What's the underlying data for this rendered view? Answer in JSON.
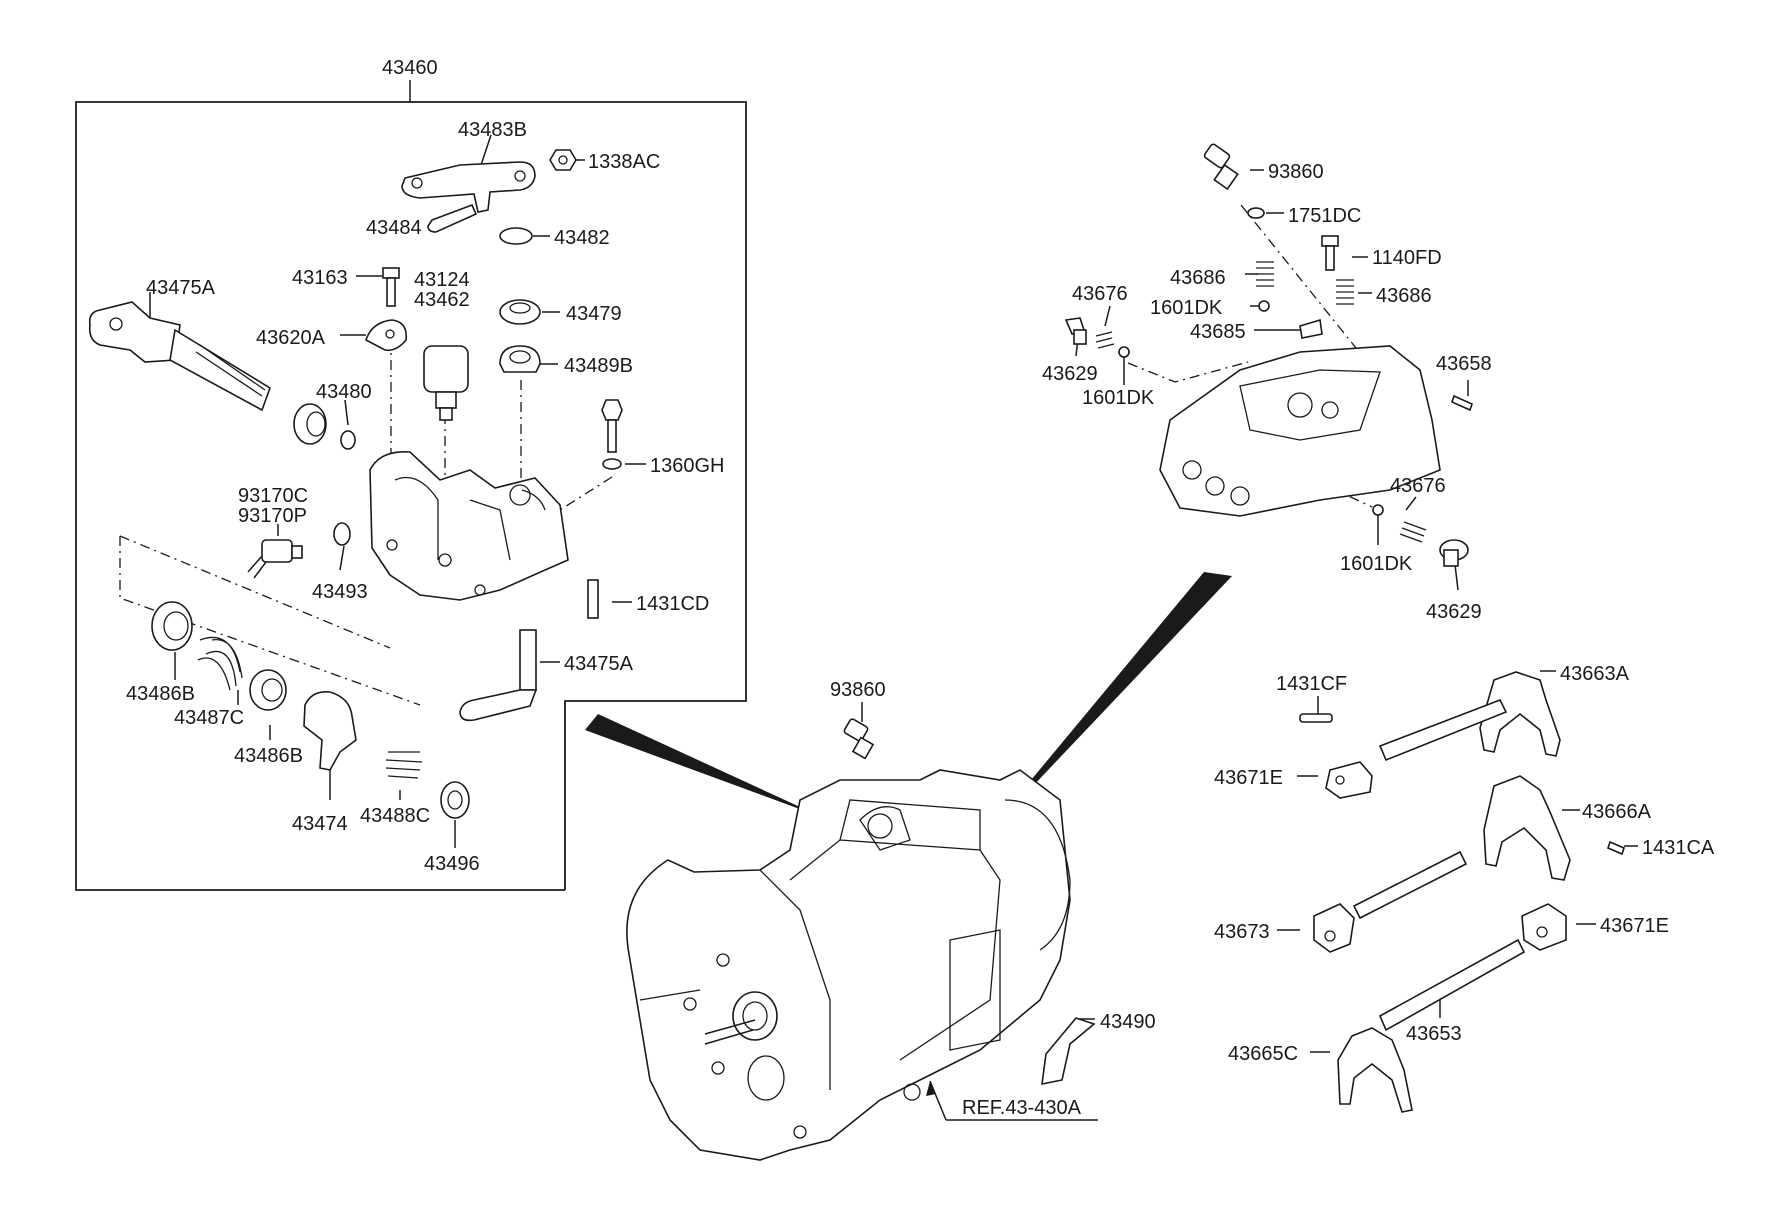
{
  "callouts": [
    {
      "id": "c43460",
      "text": "43460"
    },
    {
      "id": "c43483B",
      "text": "43483B"
    },
    {
      "id": "c1338AC",
      "text": "1338AC"
    },
    {
      "id": "c43484",
      "text": "43484"
    },
    {
      "id": "c43482",
      "text": "43482"
    },
    {
      "id": "c43475A_top",
      "text": "43475A"
    },
    {
      "id": "c43163",
      "text": "43163"
    },
    {
      "id": "c43124",
      "text": "43124"
    },
    {
      "id": "c43462",
      "text": "43462"
    },
    {
      "id": "c43479",
      "text": "43479"
    },
    {
      "id": "c43620A",
      "text": "43620A"
    },
    {
      "id": "c43489B",
      "text": "43489B"
    },
    {
      "id": "c43480",
      "text": "43480"
    },
    {
      "id": "c1360GH",
      "text": "1360GH"
    },
    {
      "id": "c93170C",
      "text": "93170C"
    },
    {
      "id": "c93170P",
      "text": "93170P"
    },
    {
      "id": "c43493",
      "text": "43493"
    },
    {
      "id": "c1431CD",
      "text": "1431CD"
    },
    {
      "id": "c43475A_bottom",
      "text": "43475A"
    },
    {
      "id": "c43486B_left",
      "text": "43486B"
    },
    {
      "id": "c43487C",
      "text": "43487C"
    },
    {
      "id": "c43486B_right",
      "text": "43486B"
    },
    {
      "id": "c43474",
      "text": "43474"
    },
    {
      "id": "c43488C",
      "text": "43488C"
    },
    {
      "id": "c43496",
      "text": "43496"
    },
    {
      "id": "c93860_top",
      "text": "93860"
    },
    {
      "id": "c1751DC",
      "text": "1751DC"
    },
    {
      "id": "c1140FD",
      "text": "1140FD"
    },
    {
      "id": "c43686_left",
      "text": "43686"
    },
    {
      "id": "c43686_right",
      "text": "43686"
    },
    {
      "id": "c43676_top",
      "text": "43676"
    },
    {
      "id": "c1601DK_top",
      "text": "1601DK"
    },
    {
      "id": "c43685",
      "text": "43685"
    },
    {
      "id": "c43629_top",
      "text": "43629"
    },
    {
      "id": "c1601DK_mid",
      "text": "1601DK"
    },
    {
      "id": "c43658",
      "text": "43658"
    },
    {
      "id": "c43676_bottom",
      "text": "43676"
    },
    {
      "id": "c1601DK_bottom",
      "text": "1601DK"
    },
    {
      "id": "c43629_bottom",
      "text": "43629"
    },
    {
      "id": "c93860_mid",
      "text": "93860"
    },
    {
      "id": "c1431CF",
      "text": "1431CF"
    },
    {
      "id": "c43663A",
      "text": "43663A"
    },
    {
      "id": "c43671E_top",
      "text": "43671E"
    },
    {
      "id": "c43666A",
      "text": "43666A"
    },
    {
      "id": "c1431CA",
      "text": "1431CA"
    },
    {
      "id": "c43673",
      "text": "43673"
    },
    {
      "id": "c43671E_bottom",
      "text": "43671E"
    },
    {
      "id": "c43490",
      "text": "43490"
    },
    {
      "id": "c43653",
      "text": "43653"
    },
    {
      "id": "c43665C",
      "text": "43665C"
    },
    {
      "id": "cREF",
      "text": "REF.43-430A"
    }
  ]
}
